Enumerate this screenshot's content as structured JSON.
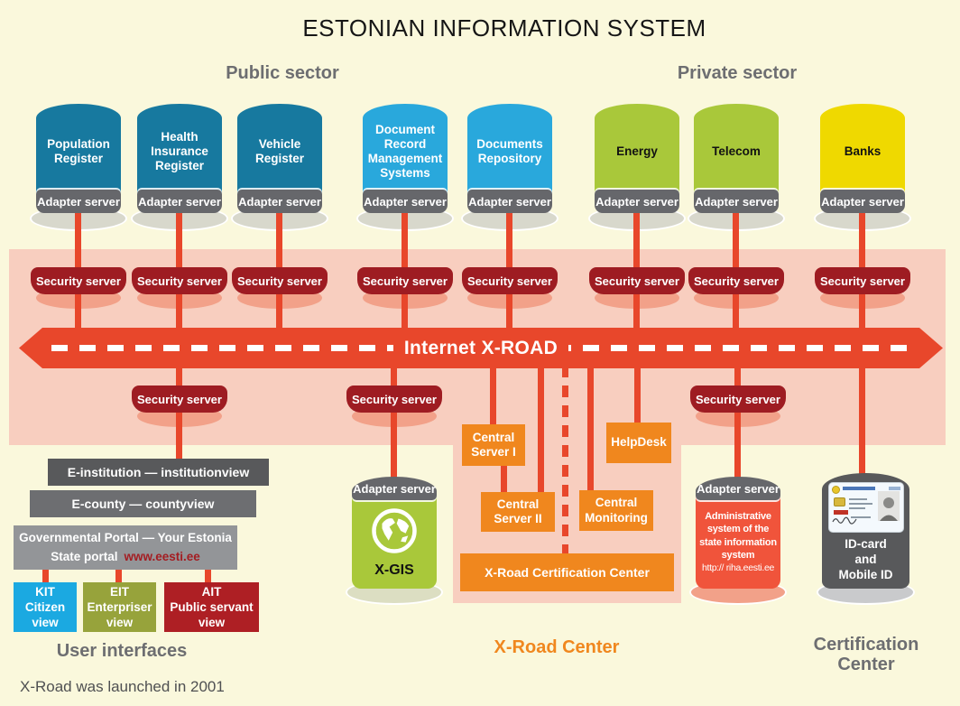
{
  "title": "ESTONIAN INFORMATION SYSTEM",
  "sectors": {
    "public_label": "Public sector",
    "private_label": "Private sector"
  },
  "labels": {
    "adapter_server": "Adapter server",
    "security_server": "Security server",
    "internet_arrow": "Internet X-ROAD"
  },
  "registers": [
    {
      "name": "Population\nRegister"
    },
    {
      "name": "Health\nInsurance\nRegister"
    },
    {
      "name": "Vehicle\nRegister"
    },
    {
      "name": "Document\nRecord\nManagement\nSystems"
    },
    {
      "name": "Documents\nRepository"
    },
    {
      "name": "Energy"
    },
    {
      "name": "Telecom"
    },
    {
      "name": "Banks"
    }
  ],
  "xroad_center": {
    "central_server_1": "Central\nServer I",
    "central_server_2": "Central\nServer II",
    "central_monitoring": "Central\nMonitoring",
    "helpdesk": "HelpDesk",
    "certification_box": "X-Road Certification Center",
    "caption": "X-Road Center"
  },
  "xgis": {
    "name": "X-GIS"
  },
  "admin_system": {
    "lines": "Administrative\nsystem of the\nstate information\nsystem",
    "url": "http:// riha.eesti.ee"
  },
  "id_card": {
    "label": "ID-card\nand\nMobile ID"
  },
  "certification_center_caption": "Certification\nCenter",
  "user_interfaces": {
    "e_institution": "E-institution — institutionview",
    "e_county": "E-county — countyview",
    "gov_portal_line1": "Governmental Portal — Your Estonia",
    "gov_portal_line2": "State portal",
    "gov_portal_url": "www.eesti.ee",
    "kit_view": "KIT\nCitizen\nview",
    "eit_view": "EIT\nEnterpriser\nview",
    "ait_view": "AIT\nPublic servant\nview",
    "caption": "User interfaces"
  },
  "footer": "X-Road was launched in 2001",
  "colors": {
    "background": "#FAF8DC",
    "band_pink": "#F8CEBF",
    "arrow_red": "#E8472B",
    "security_dark_red": "#9E1C22",
    "ellipse_salmon": "#F2A189",
    "register_teal": "#17799F",
    "register_light_blue": "#29A8DC",
    "register_green": "#A9C83A",
    "register_yellow": "#EFD900",
    "adapter_gray": "#66676B",
    "orange_box": "#F0871E",
    "admin_red": "#F0543B",
    "id_cylinder_gray": "#58595B",
    "box_dark_gray": "#58595B",
    "box_mid_gray": "#6D6E71",
    "box_light_gray": "#939598",
    "kit_blue": "#1BA9E1",
    "eit_olive": "#97A33B",
    "ait_red": "#AE1F24",
    "caption_gray": "#6D6E71"
  }
}
